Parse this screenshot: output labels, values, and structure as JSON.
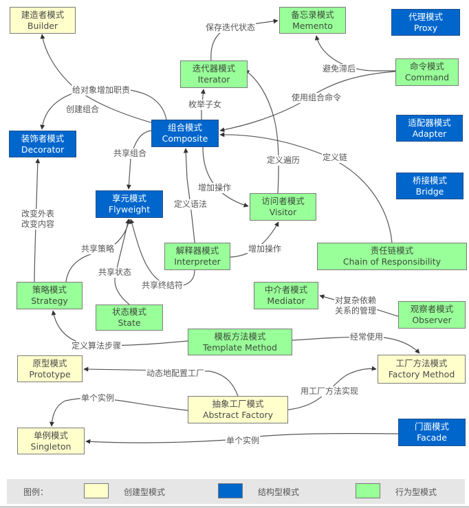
{
  "colors": {
    "creational": "#ffffcc",
    "structural": "#0066cc",
    "behavioral": "#99ff99",
    "edge": "#555555"
  },
  "nodes": [
    {
      "id": "builder",
      "zh": "建造者模式",
      "en": "Builder",
      "category": "creational"
    },
    {
      "id": "memento",
      "zh": "备忘录模式",
      "en": "Memento",
      "category": "behavioral"
    },
    {
      "id": "proxy",
      "zh": "代理模式",
      "en": "Proxy",
      "category": "structural"
    },
    {
      "id": "iterator",
      "zh": "迭代器模式",
      "en": "Iterator",
      "category": "behavioral"
    },
    {
      "id": "command",
      "zh": "命令模式",
      "en": "Command",
      "category": "behavioral"
    },
    {
      "id": "decorator",
      "zh": "装饰者模式",
      "en": "Decorator",
      "category": "structural"
    },
    {
      "id": "composite",
      "zh": "组合模式",
      "en": "Composite",
      "category": "structural"
    },
    {
      "id": "adapter",
      "zh": "适配器模式",
      "en": "Adapter",
      "category": "structural"
    },
    {
      "id": "flyweight",
      "zh": "享元模式",
      "en": "Flyweight",
      "category": "structural"
    },
    {
      "id": "visitor",
      "zh": "访问者模式",
      "en": "Visitor",
      "category": "behavioral"
    },
    {
      "id": "bridge",
      "zh": "桥接模式",
      "en": "Bridge",
      "category": "structural"
    },
    {
      "id": "interpreter",
      "zh": "解释器模式",
      "en": "Interpreter",
      "category": "behavioral"
    },
    {
      "id": "chain",
      "zh": "责任链模式",
      "en": "Chain of Responsibility",
      "category": "behavioral"
    },
    {
      "id": "strategy",
      "zh": "策略模式",
      "en": "Strategy",
      "category": "behavioral"
    },
    {
      "id": "state",
      "zh": "状态模式",
      "en": "State",
      "category": "behavioral"
    },
    {
      "id": "mediator",
      "zh": "中介者模式",
      "en": "Mediator",
      "category": "behavioral"
    },
    {
      "id": "observer",
      "zh": "观察者模式",
      "en": "Observer",
      "category": "behavioral"
    },
    {
      "id": "template",
      "zh": "模板方法模式",
      "en": "Template Method",
      "category": "behavioral"
    },
    {
      "id": "prototype",
      "zh": "原型模式",
      "en": "Prototype",
      "category": "creational"
    },
    {
      "id": "factory_method",
      "zh": "工厂方法模式",
      "en": "Factory Method",
      "category": "creational"
    },
    {
      "id": "abstract_factory",
      "zh": "抽象工厂模式",
      "en": "Abstract Factory",
      "category": "creational"
    },
    {
      "id": "singleton",
      "zh": "单例模式",
      "en": "Singleton",
      "category": "creational"
    },
    {
      "id": "facade",
      "zh": "门面模式",
      "en": "Facade",
      "category": "structural"
    }
  ],
  "edges": [
    {
      "from": "iterator",
      "to": "memento",
      "label": "保存迭代状态"
    },
    {
      "from": "command",
      "to": "memento",
      "label": "避免滞后"
    },
    {
      "from": "command",
      "to": "composite",
      "label": "使用组合命令"
    },
    {
      "from": "composite",
      "to": "builder",
      "label": "创建组合"
    },
    {
      "from": "composite",
      "to": "decorator",
      "label": "给对象增加职责"
    },
    {
      "from": "composite",
      "to": "iterator",
      "label": "枚举子女"
    },
    {
      "from": "composite",
      "to": "flyweight",
      "label": "共享组合"
    },
    {
      "from": "composite",
      "to": "visitor",
      "label": "增加操作"
    },
    {
      "from": "visitor",
      "to": "iterator",
      "label": "定义遍历"
    },
    {
      "from": "chain",
      "to": "composite",
      "label": "定义链"
    },
    {
      "from": "interpreter",
      "to": "composite",
      "label": "定义语法"
    },
    {
      "from": "interpreter",
      "to": "visitor",
      "label": "增加操作"
    },
    {
      "from": "interpreter",
      "to": "flyweight",
      "label": "共享终结符"
    },
    {
      "from": "strategy",
      "to": "decorator",
      "label": "改变外表\n改变内容"
    },
    {
      "from": "strategy",
      "to": "flyweight",
      "label": "共享策略"
    },
    {
      "from": "state",
      "to": "flyweight",
      "label": "共享状态"
    },
    {
      "from": "observer",
      "to": "mediator",
      "label": "对复杂依赖\n关系的管理"
    },
    {
      "from": "template",
      "to": "strategy",
      "label": "定义算法步骤"
    },
    {
      "from": "template",
      "to": "factory_method",
      "label": "经常使用"
    },
    {
      "from": "abstract_factory",
      "to": "prototype",
      "label": "动态地配置工厂"
    },
    {
      "from": "abstract_factory",
      "to": "factory_method",
      "label": "用工厂方法实现"
    },
    {
      "from": "abstract_factory",
      "to": "singleton",
      "label": "单个实例"
    },
    {
      "from": "facade",
      "to": "singleton",
      "label": "单个实例"
    }
  ],
  "legend": {
    "title": "图例：",
    "items": [
      {
        "category": "creational",
        "label": "创建型模式"
      },
      {
        "category": "structural",
        "label": "结构型模式"
      },
      {
        "category": "behavioral",
        "label": "行为型模式"
      }
    ]
  }
}
